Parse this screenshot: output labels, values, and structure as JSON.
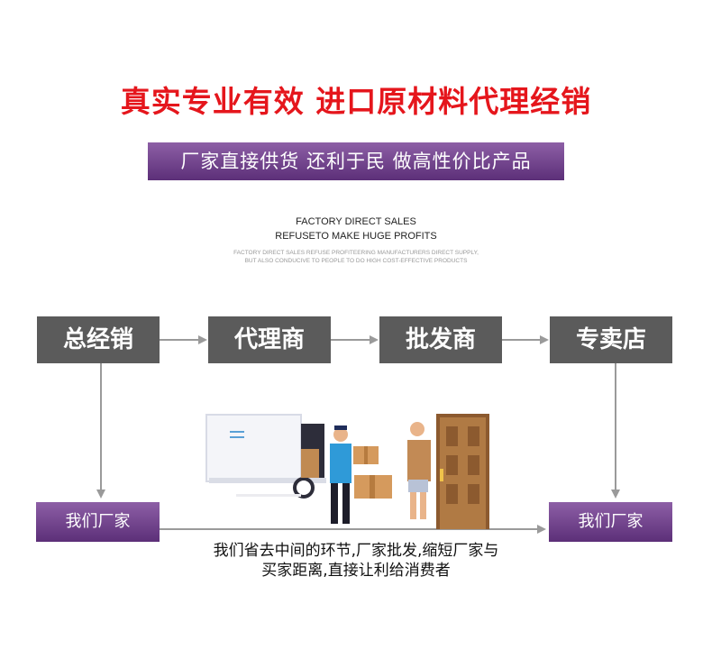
{
  "title": "真实专业有效 进口原材料代理经销",
  "banner": "厂家直接供货 还利于民 做高性价比产品",
  "english": {
    "line1": "FACTORY DIRECT SALES",
    "line2": "REFUSETO MAKE HUGE PROFITS",
    "small1": "FACTORY DIRECT SALES REFUSE PROFITEERING MANUFACTURERS DIRECT SUPPLY,",
    "small2": "BUT ALSO CONDUCIVE TO PEOPLE TO DO HIGH COST-EFFECTIVE PRODUCTS"
  },
  "chain": [
    "总经销",
    "代理商",
    "批发商",
    "专卖店"
  ],
  "factory_left": "我们厂家",
  "factory_right": "我们厂家",
  "note_line1": "我们省去中间的环节,厂家批发,缩短厂家与",
  "note_line2": "买家距离,直接让利给消费者",
  "colors": {
    "title": "#e5161c",
    "purple": "#6e3f8a",
    "gray_box": "#5b5b5b",
    "arrow": "#9a9a9a"
  }
}
